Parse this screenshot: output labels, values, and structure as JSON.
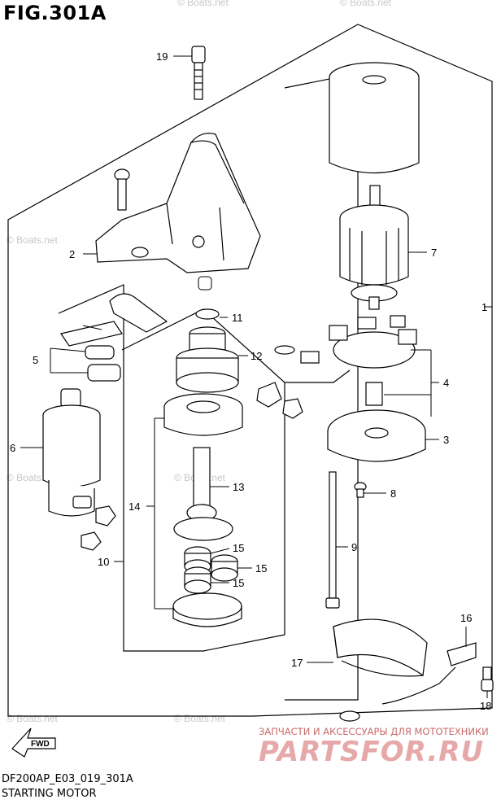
{
  "figure_title": "FIG.301A",
  "footer": {
    "code": "DF200AP_E03_019_301A",
    "name": "STARTING MOTOR"
  },
  "watermark": "© Boats.net",
  "brand": {
    "tagline": "ЗАПЧАСТИ И АКСЕССУАРЫ ДЛЯ МОТОТЕХНИКИ",
    "logo": "PARTSFOR.RU"
  },
  "fwd_label": "FWD",
  "callouts": [
    "1",
    "2",
    "3",
    "4",
    "5",
    "6",
    "7",
    "8",
    "9",
    "10",
    "11",
    "12",
    "13",
    "14",
    "15",
    "15",
    "15",
    "16",
    "17",
    "18",
    "19"
  ],
  "colors": {
    "line": "#000000",
    "watermark": "#c8c8c8",
    "brand": "#e6a8a8"
  }
}
